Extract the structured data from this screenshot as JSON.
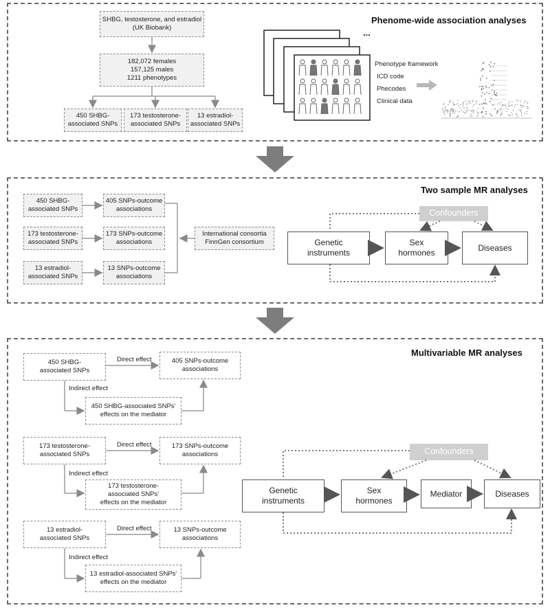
{
  "panel1": {
    "title": "Phenome-wide association analyses",
    "source": "SHBG, testosterone, and estradiol\n(UK Biobank)",
    "cohort": "182,072 females\n157,125 males\n1211 phenotypes",
    "snps": [
      "450 SHBG-\nassociated SNPs",
      "173 testosterone-\nassociated SNPs",
      "13 estradiol-\nassociated SNPs"
    ],
    "ellipsis": "...",
    "phenotype_list": [
      "Phenotype framework",
      "ICD code",
      "Phecodes",
      "Clinical data"
    ]
  },
  "panel2": {
    "title": "Two sample MR analyses",
    "exposures": [
      "450 SHBG-\nassociated SNPs",
      "173 testosterone-\nassociated SNPs",
      "13 estradiol-\nassociated SNPs"
    ],
    "outcomes": [
      "405 SNPs-outcome\nassociations",
      "173 SNPs-outcome\nassociations",
      "13 SNPs-outcome\nassociations"
    ],
    "consortia": "International consortia\nFinnGen consortium",
    "dag": {
      "confounders": "Confounders",
      "genetic": "Genetic\ninstruments",
      "sex": "Sex\nhormones",
      "diseases": "Diseases"
    }
  },
  "panel3": {
    "title": "Multivariable MR analyses",
    "groups": [
      {
        "exposure": "450 SHBG-\nassociated SNPs",
        "outcome": "405 SNPs-outcome\nassociations",
        "direct": "Direct effect",
        "indirect": "Indirect effect",
        "mediator": "450 SHBG-associated SNPs'\neffects on the mediator"
      },
      {
        "exposure": "173 testosterone-\nassociated SNPs",
        "outcome": "173 SNPs-outcome\nassociations",
        "direct": "Direct effect",
        "indirect": "Indirect effect",
        "mediator": "173 testosterone-\nassociated SNPs'\neffects on the mediator"
      },
      {
        "exposure": "13 estradiol-\nassociated SNPs",
        "outcome": "13 SNPs-outcome\nassociations",
        "direct": "Direct effect",
        "indirect": "Indirect effect",
        "mediator": "13 estradiol-associated SNPs'\neffects on the mediator"
      }
    ],
    "dag": {
      "confounders": "Confounders",
      "genetic": "Genetic\ninstruments",
      "sex": "Sex\nhormones",
      "mediator": "Mediator",
      "diseases": "Diseases"
    }
  }
}
